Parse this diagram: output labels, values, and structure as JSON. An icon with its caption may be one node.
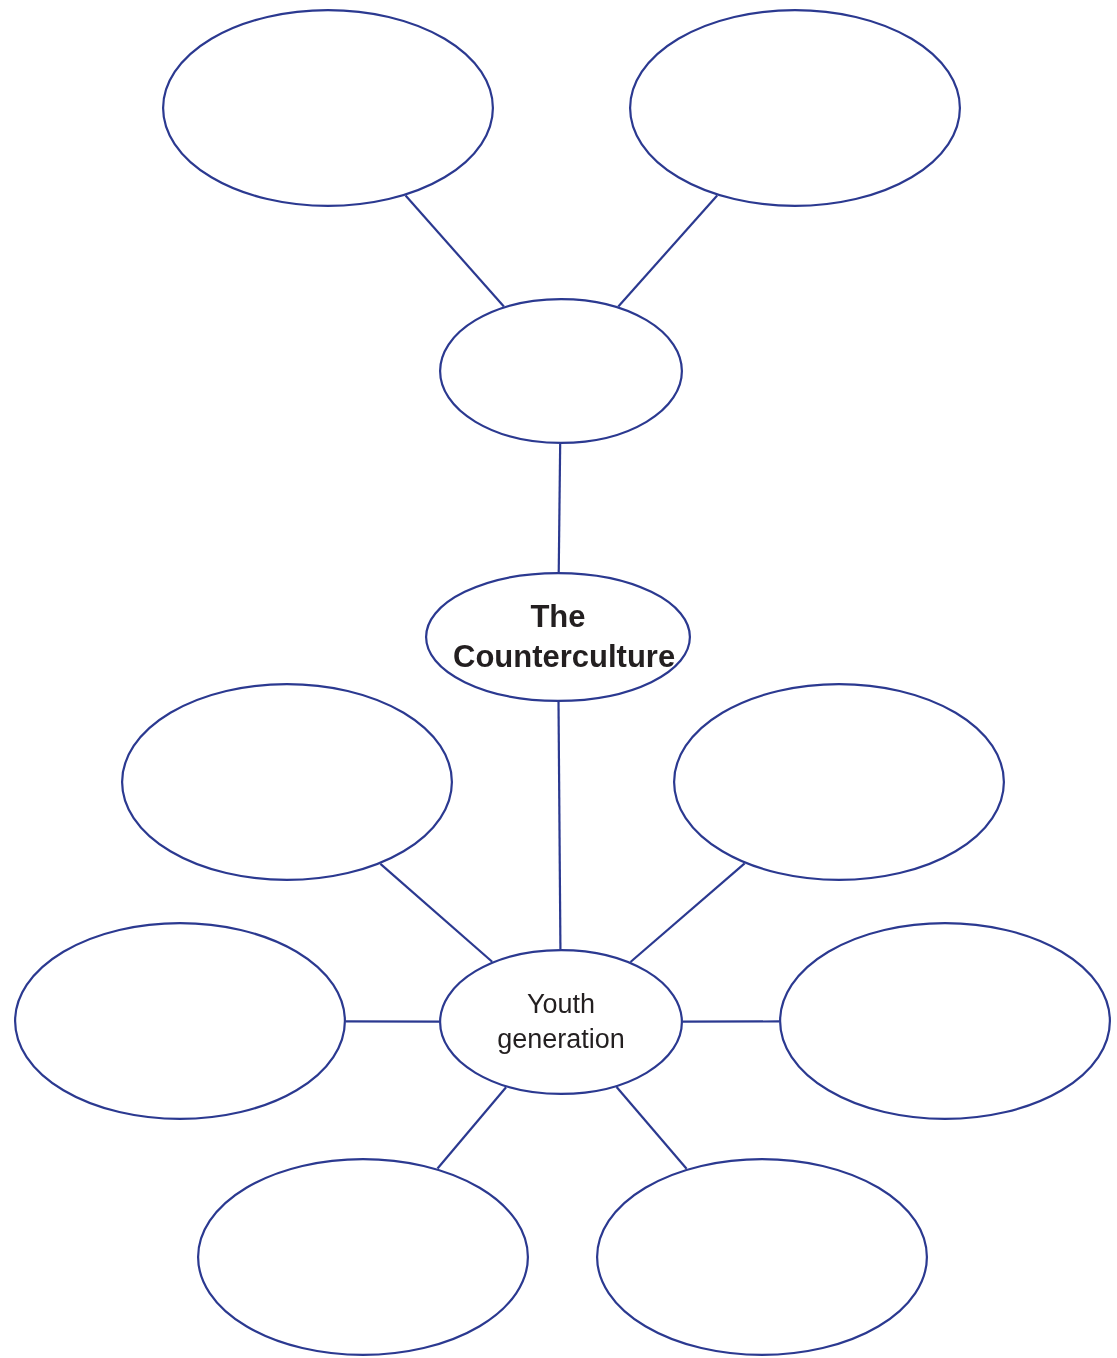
{
  "diagram": {
    "nodes": [
      {
        "text": [],
        "shape": "ellipse"
      },
      {
        "text": [],
        "shape": "ellipse"
      },
      {
        "text": [],
        "shape": "ellipse"
      },
      {
        "text": [
          "The Counterculture"
        ]
      },
      {
        "text": [],
        "shape": "ellipse"
      },
      {
        "text": [],
        "shape": "ellipse"
      },
      {
        "text": [],
        "shape": "ellipse"
      },
      {
        "text": [
          "Youth generation"
        ]
      },
      {
        "text": [],
        "shape": "ellipse"
      },
      {
        "text": [],
        "shape": "ellipse"
      },
      {
        "text": [],
        "shape": "ellipse"
      }
    ],
    "edges": [
      {
        "from": 0,
        "to": 2,
        "arrow": "none"
      },
      {
        "from": 1,
        "to": 2,
        "arrow": "none"
      },
      {
        "from": 2,
        "to": 3,
        "arrow": "none"
      },
      {
        "from": 3,
        "to": 7,
        "arrow": "none"
      },
      {
        "from": 4,
        "to": 7,
        "arrow": "none"
      },
      {
        "from": 5,
        "to": 7,
        "arrow": "none"
      },
      {
        "from": 6,
        "to": 7,
        "arrow": "none"
      },
      {
        "from": 7,
        "to": 8,
        "arrow": "none"
      },
      {
        "from": 7,
        "to": 9,
        "arrow": "none"
      },
      {
        "from": 7,
        "to": 10,
        "arrow": "none"
      }
    ]
  }
}
